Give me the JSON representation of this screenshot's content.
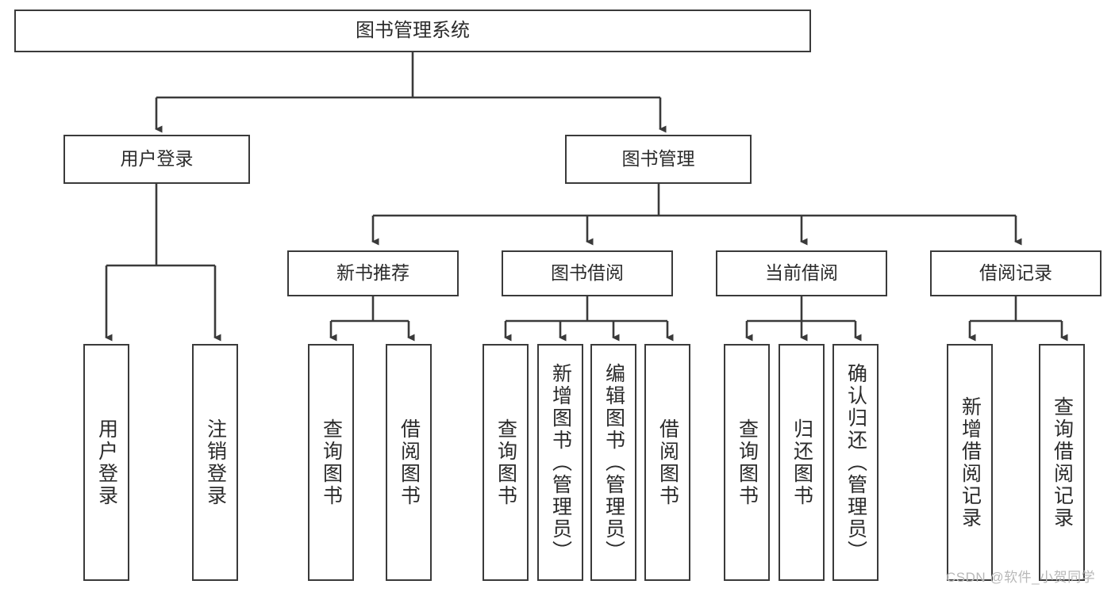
{
  "diagram": {
    "title": "图书管理系统",
    "type": "tree",
    "stroke_color": "#3a3a3a",
    "text_color": "#2b2b2b",
    "background": "#ffffff",
    "root": {
      "label": "图书管理系统"
    },
    "level2": [
      {
        "label": "用户登录"
      },
      {
        "label": "图书管理"
      }
    ],
    "level3": [
      {
        "label": "新书推荐"
      },
      {
        "label": "图书借阅"
      },
      {
        "label": "当前借阅"
      },
      {
        "label": "借阅记录"
      }
    ],
    "leaves": {
      "user_login": [
        {
          "label": "用户登录"
        },
        {
          "label": "注销登录"
        }
      ],
      "new_book": [
        {
          "label": "查询图书"
        },
        {
          "label": "借阅图书"
        }
      ],
      "book_borrow": [
        {
          "label": "查询图书"
        },
        {
          "label": "新增图书（管理员）"
        },
        {
          "label": "编辑图书（管理员）"
        },
        {
          "label": "借阅图书"
        }
      ],
      "current_borrow": [
        {
          "label": "查询图书"
        },
        {
          "label": "归还图书"
        },
        {
          "label": "确认归还（管理员）"
        }
      ],
      "borrow_record": [
        {
          "label": "新增借阅记录"
        },
        {
          "label": "查询借阅记录"
        }
      ]
    }
  },
  "watermark": {
    "text": "CSDN @软件_小贺同学"
  }
}
